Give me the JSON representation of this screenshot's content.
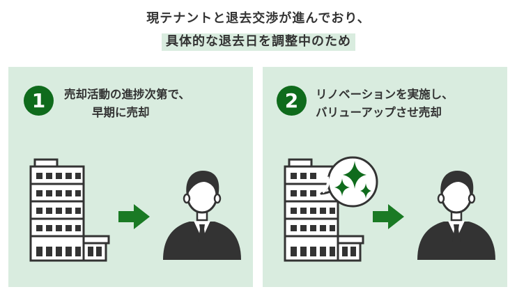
{
  "headline": {
    "line1": "現テナントと退去交渉が進んでおり、",
    "line2": "具体的な退去日を調整中のため"
  },
  "options": [
    {
      "number": "1",
      "title_line1": "売却活動の進捗次第で、",
      "title_line2": "早期に売却"
    },
    {
      "number": "2",
      "title_line1": "リノベーションを実施し、",
      "title_line2": "バリューアップさせ売却"
    }
  ],
  "colors": {
    "panel_bg": "#d9ecdf",
    "accent_green": "#0f6b1c",
    "arrow_green": "#1a7a24",
    "figure_dark": "#333333"
  },
  "icons": [
    "building-icon",
    "arrow-right-icon",
    "businessman-icon",
    "sparkle-bubble-icon"
  ]
}
